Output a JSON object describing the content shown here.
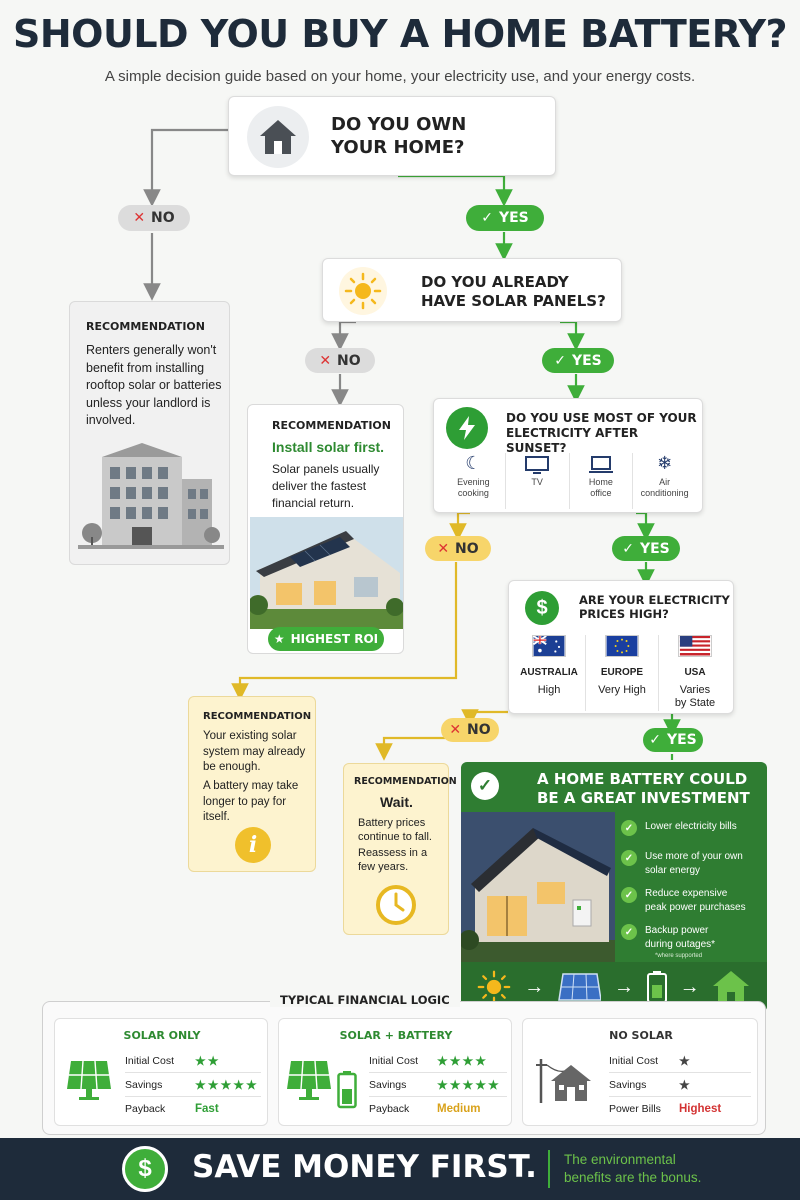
{
  "header": {
    "title": "SHOULD YOU BUY A HOME BATTERY?",
    "subtitle": "A simple decision guide based on your home, your electricity use, and your energy costs."
  },
  "q1": {
    "line1": "DO YOU OWN",
    "line2": "YOUR HOME?",
    "icon": "house-icon"
  },
  "q1_no": "NO",
  "q1_yes": "YES",
  "rec_renters": {
    "heading": "RECOMMENDATION",
    "text": "Renters generally won't benefit from installing rooftop solar or batteries unless your landlord is involved.",
    "icon": "apartment-building-icon"
  },
  "q2": {
    "line1": "DO YOU ALREADY",
    "line2": "HAVE SOLAR PANELS?",
    "icon": "sun-icon"
  },
  "q2_no": "NO",
  "q2_yes": "YES",
  "rec_solar_first": {
    "heading": "RECOMMENDATION",
    "headline": "Install solar first.",
    "text": "Solar panels usually deliver the fastest financial return.",
    "badge": "HIGHEST ROI"
  },
  "q3": {
    "line1": "DO YOU USE MOST OF YOUR",
    "line2": "ELECTRICITY AFTER SUNSET?",
    "icon": "lightning-icon",
    "items": [
      {
        "l1": "Evening",
        "l2": "cooking",
        "icon": "moon-icon"
      },
      {
        "l1": "TV",
        "l2": "",
        "icon": "tv-icon"
      },
      {
        "l1": "Home",
        "l2": "office",
        "icon": "laptop-icon"
      },
      {
        "l1": "Air",
        "l2": "conditioning",
        "icon": "snowflake-icon"
      }
    ]
  },
  "q3_no": "NO",
  "q3_yes": "YES",
  "rec_existing": {
    "heading": "RECOMMENDATION",
    "text1": "Your existing solar system may already be enough.",
    "text2": "A battery may take longer to pay for itself."
  },
  "q4": {
    "line1": "ARE YOUR ELECTRICITY",
    "line2": "PRICES HIGH?",
    "icon": "dollar-icon",
    "regions": [
      {
        "name": "AUSTRALIA",
        "l1": "High",
        "l2": ""
      },
      {
        "name": "EUROPE",
        "l1": "Very High",
        "l2": ""
      },
      {
        "name": "USA",
        "l1": "Varies",
        "l2": "by State"
      }
    ]
  },
  "q4_no": "NO",
  "q4_yes": "YES",
  "rec_wait": {
    "heading": "RECOMMENDATION",
    "headline": "Wait.",
    "text1": "Battery prices continue to fall.",
    "text2": "Reassess in a few years."
  },
  "result": {
    "line1": "A HOME BATTERY COULD",
    "line2": "BE A GREAT INVESTMENT",
    "benefits": [
      {
        "l1": "Lower electricity bills",
        "l2": ""
      },
      {
        "l1": "Use more of your own",
        "l2": "solar energy"
      },
      {
        "l1": "Reduce expensive",
        "l2": "peak power purchases"
      },
      {
        "l1": "Backup power",
        "l2": "during outages*"
      }
    ],
    "footnote": "*where supported",
    "arrow": "→"
  },
  "financial": {
    "title": "TYPICAL FINANCIAL LOGIC",
    "cards": [
      {
        "title": "SOLAR ONLY",
        "rows": [
          {
            "label": "Initial Cost",
            "value": "★★"
          },
          {
            "label": "Savings",
            "value": "★★★★★"
          },
          {
            "label": "Payback",
            "value": "Fast"
          }
        ]
      },
      {
        "title": "SOLAR + BATTERY",
        "rows": [
          {
            "label": "Initial Cost",
            "value": "★★★★"
          },
          {
            "label": "Savings",
            "value": "★★★★★"
          },
          {
            "label": "Payback",
            "value": "Medium"
          }
        ]
      },
      {
        "title": "NO SOLAR",
        "rows": [
          {
            "label": "Initial Cost",
            "value": "★"
          },
          {
            "label": "Savings",
            "value": "★"
          },
          {
            "label": "Power Bills",
            "value": "Highest"
          }
        ]
      }
    ],
    "colors": {
      "fast": "#2e9e35",
      "medium": "#d9a21b",
      "highest": "#d33333"
    }
  },
  "footer": {
    "main": "SAVE MONEY FIRST.",
    "side1": "The environmental",
    "side2": "benefits are the bonus.",
    "icon": "dollar-icon"
  },
  "colors": {
    "green": "#3fae3a",
    "darkgreen": "#2f7d32",
    "yellow": "#f7d56a",
    "navy": "#1e2b3a"
  }
}
